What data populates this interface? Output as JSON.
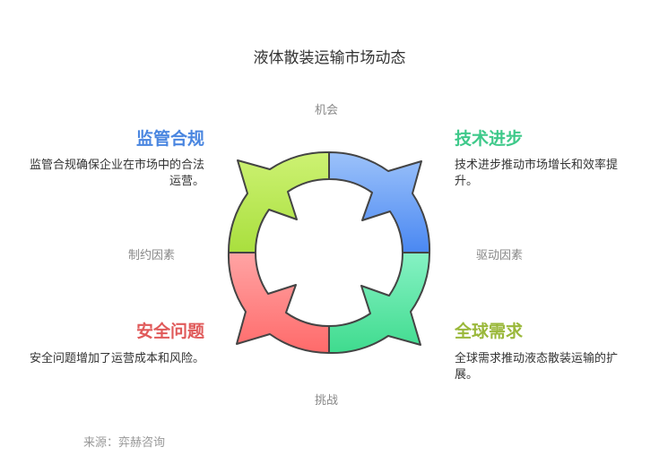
{
  "title": "液体散装运输市场动态",
  "axes": {
    "top": "机会",
    "bottom": "挑战",
    "left": "制约因素",
    "right": "驱动因素"
  },
  "quadrants": {
    "top_left": {
      "heading": "监管合规",
      "desc": "监管合规确保企业在市场中的合法运营。",
      "color": "#4a86e0"
    },
    "top_right": {
      "heading": "技术进步",
      "desc": "技术进步推动市场增长和效率提升。",
      "color": "#3ec98a"
    },
    "bottom_left": {
      "heading": "安全问题",
      "desc": "安全问题增加了运营成本和风险。",
      "color": "#e05a5a"
    },
    "bottom_right": {
      "heading": "全球需求",
      "desc": "全球需求推动液态散装运输的扩展。",
      "color": "#9ab83a"
    }
  },
  "source": "来源：弈赫咨询"
}
